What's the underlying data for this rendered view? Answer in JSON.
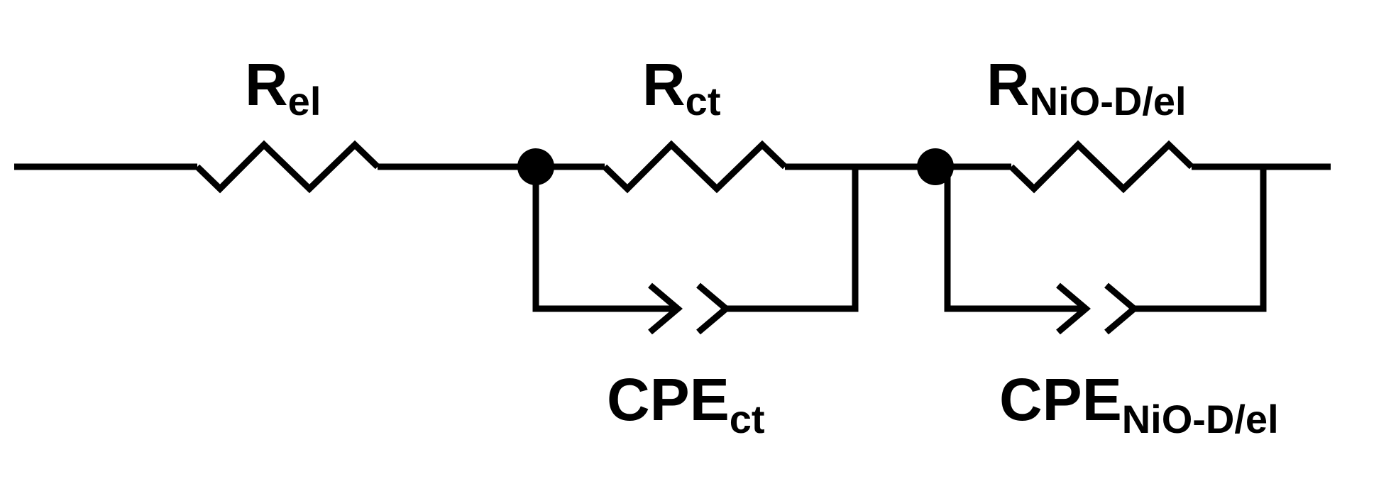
{
  "components": [
    {
      "id": "r-el",
      "kind": "resistor",
      "symbol": "R",
      "subscript": "el"
    },
    {
      "id": "r-ct",
      "kind": "resistor",
      "symbol": "R",
      "subscript": "ct"
    },
    {
      "id": "cpe-ct",
      "kind": "constant-phase-element",
      "symbol": "CPE",
      "subscript": "ct"
    },
    {
      "id": "r-nio",
      "kind": "resistor",
      "symbol": "R",
      "subscript": "NiO-D/el"
    },
    {
      "id": "cpe-nio",
      "kind": "constant-phase-element",
      "symbol": "CPE",
      "subscript": "NiO-D/el"
    }
  ],
  "colors": {
    "wire": "#000000",
    "background": "#ffffff"
  }
}
